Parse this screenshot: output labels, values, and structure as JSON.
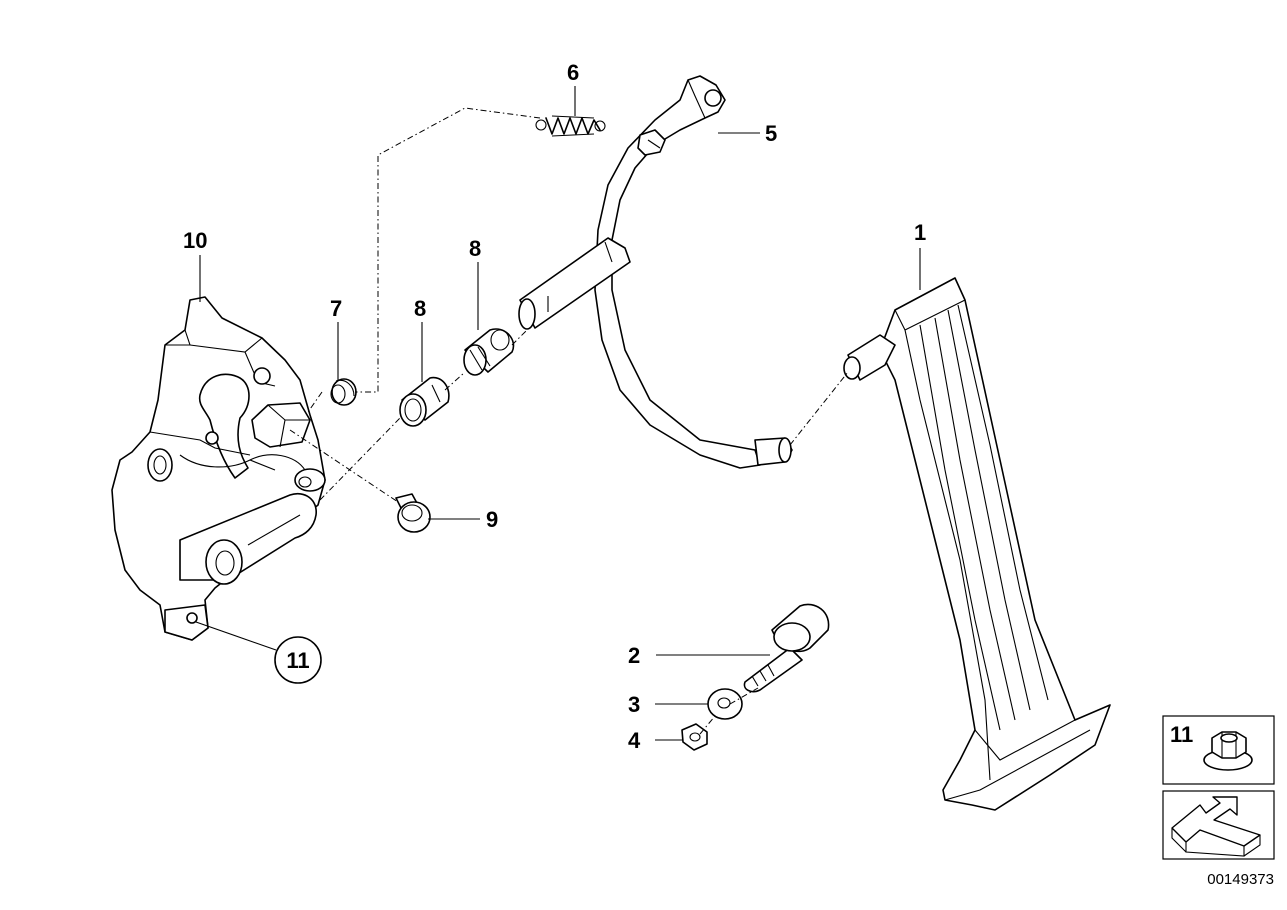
{
  "callouts": {
    "c1": "1",
    "c2": "2",
    "c3": "3",
    "c4": "4",
    "c5": "5",
    "c6": "6",
    "c7": "7",
    "c8a": "8",
    "c8b": "8",
    "c9": "9",
    "c10": "10",
    "c11_circled": "11"
  },
  "legend": {
    "box_label": "11",
    "nut_icon": "hex-flange-nut-icon",
    "arrow_icon": "direction-arrow-icon"
  },
  "reference_number": "00149373"
}
